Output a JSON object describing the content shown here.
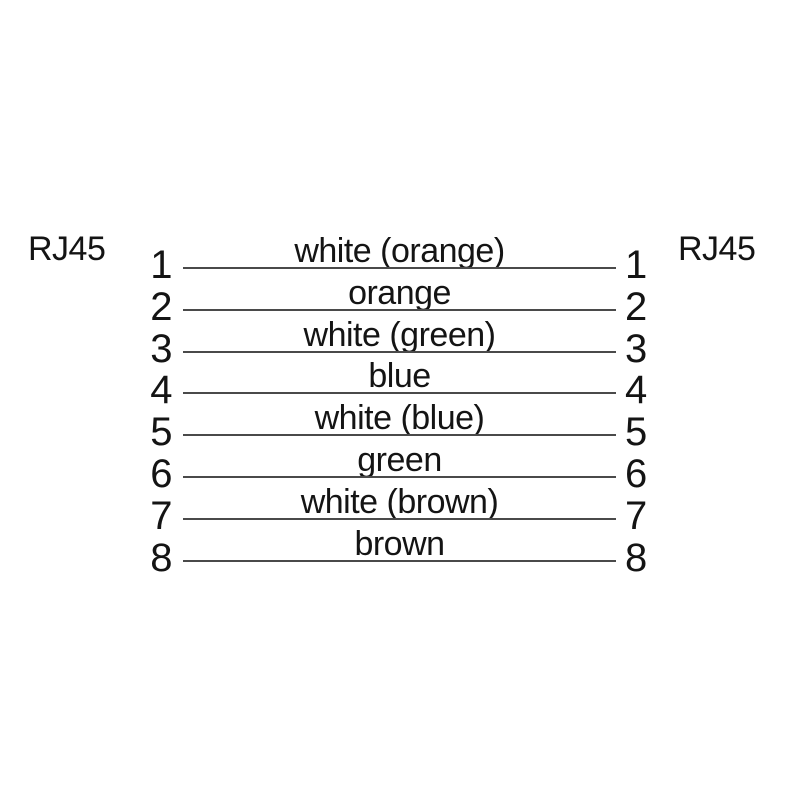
{
  "colors": {
    "background": "#ffffff",
    "text": "#141414",
    "wire_line": "#4a4a4a"
  },
  "left_connector": {
    "label": "RJ45"
  },
  "right_connector": {
    "label": "RJ45"
  },
  "pins": [
    {
      "number": "1",
      "wire": "white (orange)"
    },
    {
      "number": "2",
      "wire": "orange"
    },
    {
      "number": "3",
      "wire": "white (green)"
    },
    {
      "number": "4",
      "wire": "blue"
    },
    {
      "number": "5",
      "wire": "white (blue)"
    },
    {
      "number": "6",
      "wire": "green"
    },
    {
      "number": "7",
      "wire": "white (brown)"
    },
    {
      "number": "8",
      "wire": "brown"
    }
  ]
}
